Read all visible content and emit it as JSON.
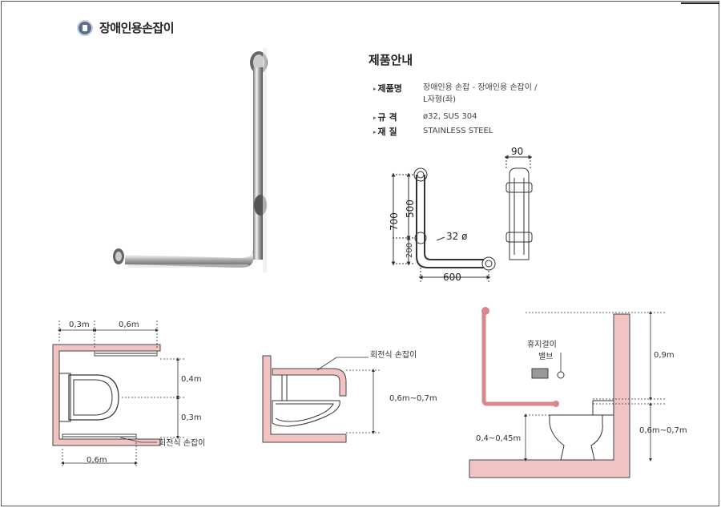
{
  "header": {
    "title": "장애인용손잡이"
  },
  "info": {
    "heading": "제품안내",
    "specs": [
      {
        "key": "제품명",
        "value": "장애인용 손잡 - 장애인용 손잡이 /",
        "value2": "L자형(좌)"
      },
      {
        "key": "규 격",
        "value": "ø32, SUS 304"
      },
      {
        "key": "재 질",
        "value": "STAINLESS STEEL"
      }
    ]
  },
  "dims": {
    "d90": "90",
    "d700": "700",
    "d500": "500",
    "d200": "200",
    "d32": "32 ø",
    "d600": "600"
  },
  "plan": {
    "w1": "0,3m",
    "w2": "0,6m",
    "h1": "0,4m",
    "h2": "0,3m",
    "bottom": "0,6m",
    "note": "회전식 손잡이"
  },
  "side": {
    "note": "회전식 손잡이",
    "height": "0,6m~0,7m"
  },
  "elev": {
    "paper": "휴지걸이",
    "valve": "밸브",
    "top": "0,9m",
    "mid": "0,6m~0,7m",
    "low": "0,4~0,45m"
  }
}
